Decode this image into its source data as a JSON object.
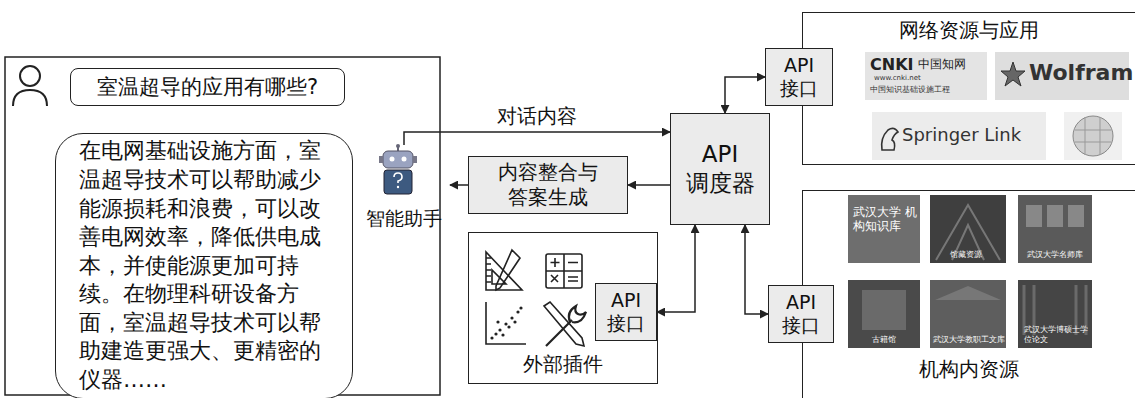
{
  "diagram": {
    "nodes": [
      {
        "text": [
          "室温超导的应用有哪些?"
        ]
      },
      {
        "text": [
          "在电网基础设施方面，室温超导技术可以帮助减少能源损耗和浪费，可以改善电网效率，降低供电成本，并使能源更加可持续。在物理科研设备方面，室温超导技术可以帮助建造更强大、更精密的仪器……"
        ]
      },
      {
        "text": [
          "智能助手"
        ]
      },
      {
        "text": [
          "内容整合与 答案生成"
        ]
      },
      {
        "text": [
          "API 调度器"
        ]
      },
      {
        "text": [
          "网络资源与应用"
        ]
      },
      {
        "text": [
          "API 接口"
        ]
      },
      {
        "text": [
          "外部插件"
        ]
      },
      {
        "text": [
          "API 接口"
        ],
        "in": 7
      },
      {
        "text": [
          "机构内资源"
        ]
      },
      {
        "text": [
          "API 接口"
        ]
      }
    ],
    "edges": [
      {
        "from": 2,
        "to": 4,
        "arrow": "to",
        "label": "对话内容"
      },
      {
        "from": 4,
        "to": 3,
        "arrow": "to"
      },
      {
        "from": 3,
        "to": 2,
        "arrow": "to"
      },
      {
        "from": 4,
        "to": 6,
        "arrow": "both"
      },
      {
        "from": 4,
        "to": 8,
        "arrow": "both"
      },
      {
        "from": 4,
        "to": 10,
        "arrow": "both"
      }
    ],
    "labels": [
      "CNKI",
      "中国知网",
      "www.cnki.net",
      "中国知识基础设施工程",
      "Wolfram",
      "Springer Link",
      "武汉大学 机构知识库",
      "馆藏资源",
      "武汉大学名师库",
      "古籍馆",
      "武汉大学教职工文库",
      "武汉大学博硕士学位论文"
    ]
  }
}
